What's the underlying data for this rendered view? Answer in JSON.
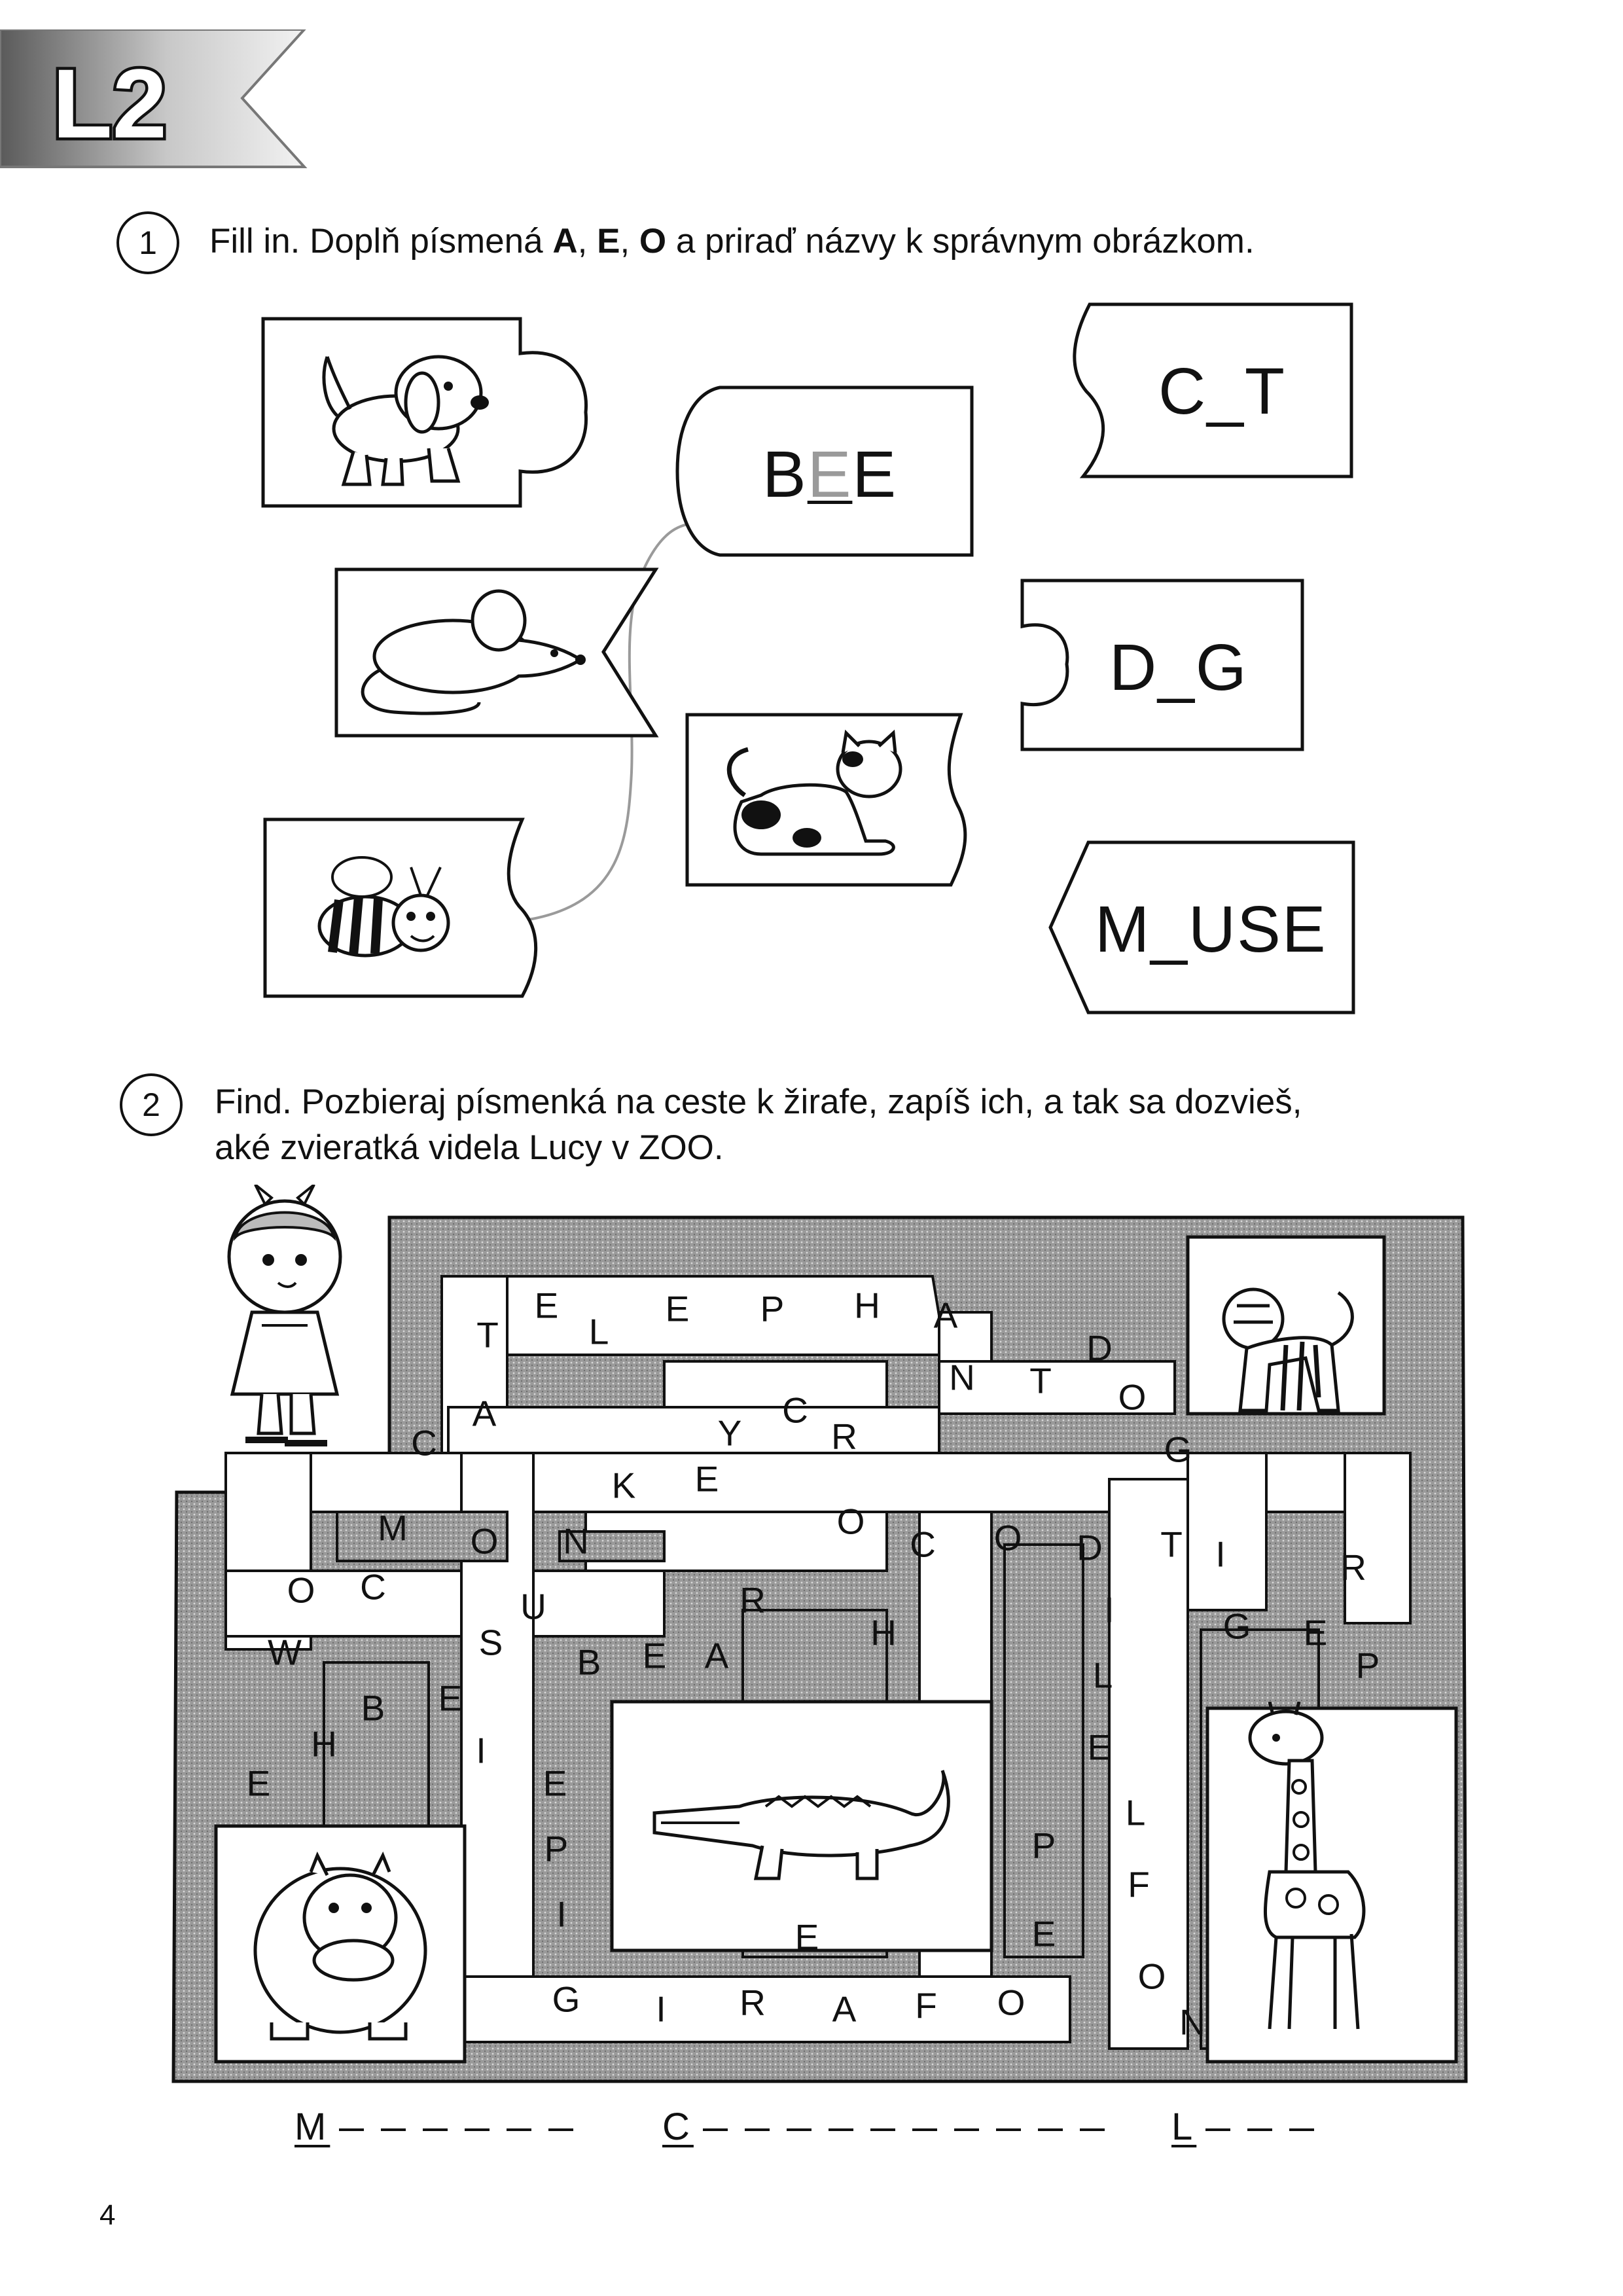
{
  "lesson": {
    "label": "L2"
  },
  "exercise1": {
    "number": "1",
    "instruction_pre": "Fill in. Doplň písmená ",
    "letter_a": "A",
    "sep1": ", ",
    "letter_e": "E",
    "sep2": ", ",
    "letter_o": "O",
    "instruction_post": " a priraď názvy k správnym obrázkom.",
    "pictures": [
      "dog",
      "mouse",
      "bee",
      "cat"
    ],
    "words": {
      "bee": {
        "pre": "B",
        "fill": "E",
        "post": "E"
      },
      "cat": "C_T",
      "dog": "D_G",
      "mouse": "M_USE"
    }
  },
  "exercise2": {
    "number": "2",
    "instruction_line1": "Find. Pozbieraj písmenká na ceste k žirafe, zapíš ich, a tak sa dozvieš,",
    "instruction_line2": "aké zvieratká videla Lucy v ZOO.",
    "maze_letters": [
      "T",
      "E",
      "L",
      "E",
      "P",
      "H",
      "A",
      "D",
      "N",
      "T",
      "O",
      "G",
      "C",
      "A",
      "Y",
      "C",
      "R",
      "K",
      "E",
      "O",
      "C",
      "O",
      "D",
      "T",
      "I",
      "M",
      "O",
      "N",
      "R",
      "O",
      "C",
      "U",
      "R",
      "I",
      "W",
      "S",
      "B",
      "E",
      "A",
      "H",
      "G",
      "E",
      "P",
      "B",
      "E",
      "L",
      "E",
      "E",
      "H",
      "I",
      "E",
      "L",
      "P",
      "I",
      "P",
      "E",
      "E",
      "F",
      "O",
      "G",
      "I",
      "R",
      "A",
      "F",
      "O",
      "N"
    ],
    "answers": [
      {
        "first": "M",
        "blanks": 6
      },
      {
        "first": "C",
        "blanks": 10
      },
      {
        "first": "L",
        "blanks": 3
      }
    ]
  },
  "footer": {
    "page_number": "4"
  },
  "colors": {
    "maze_fill": "#9a9a9a",
    "answer_gray": "#9a9a9a",
    "ink": "#111111"
  }
}
